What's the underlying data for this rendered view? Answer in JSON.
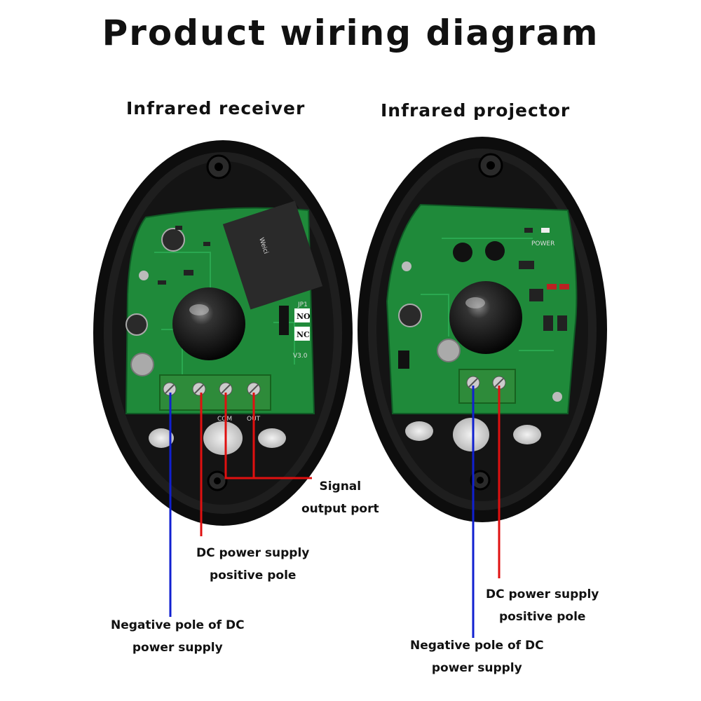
{
  "title": "Product wiring diagram",
  "receiver": {
    "heading": "Infrared receiver",
    "signal_label": [
      "Signal",
      "output port"
    ],
    "dc_pos_label": [
      "DC power supply",
      "positive pole"
    ],
    "dc_neg_label": [
      "Negative pole of DC",
      "power supply"
    ],
    "pcb_texts": {
      "relay": "Weici",
      "jumper": "JP1",
      "no": "NO",
      "nc": "NC",
      "version": "V3.0",
      "com": "COM",
      "out": "OUT"
    }
  },
  "projector": {
    "heading": "Infrared projector",
    "dc_pos_label": [
      "DC power supply",
      "positive pole"
    ],
    "dc_neg_label": [
      "Negative pole of DC",
      "power supply"
    ],
    "pcb_texts": {
      "power": "POWER"
    }
  },
  "colors": {
    "positive_wire": "#e01010",
    "negative_wire": "#1020d0",
    "pcb": "#1f8a3a",
    "housing": "#111111"
  }
}
